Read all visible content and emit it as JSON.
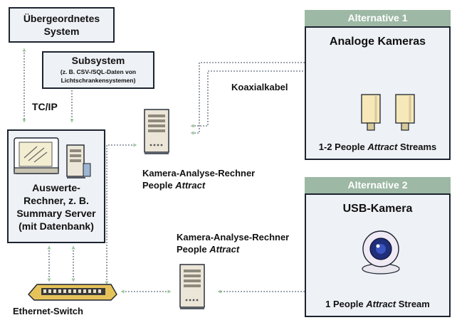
{
  "boxes": {
    "superior": {
      "line1": "Übergeordnetes",
      "line2": "System"
    },
    "subsystem": {
      "title": "Subsystem",
      "detail1": "(z. B. CSV-/SQL-Daten von",
      "detail2": "Lichtschrankensystemen)"
    },
    "evaluation": {
      "line1": "Auswerte-",
      "line2": "Rechner, z. B.",
      "line3": "Summary Server",
      "line4": "(mit Datenbank)"
    }
  },
  "labels": {
    "tcip": "TC/IP",
    "coax": "Koaxialkabel",
    "switch": "Ethernet-Switch",
    "pc_top_line1": "Kamera-Analyse-Rechner",
    "pc_top_people": "People",
    "pc_top_attract": "Attract",
    "pc_bottom_line1": "Kamera-Analyse-Rechner",
    "pc_bottom_people": "People",
    "pc_bottom_attract": "Attract"
  },
  "alternatives": [
    {
      "header": "Alternative 1",
      "title": "Analoge Kameras",
      "stream_pre": "1-2 People",
      "stream_attract": "Attract",
      "stream_post": "Streams"
    },
    {
      "header": "Alternative 2",
      "title": "USB-Kamera",
      "stream_pre": "1 People",
      "stream_attract": "Attract",
      "stream_post": "Stream"
    }
  ],
  "colors": {
    "box_fill": "#eef1f5",
    "box_border": "#1d2430",
    "alt_header": "#9db8a4",
    "arrow": "#9dc59e",
    "dotted": "#6e7884",
    "camera_body": "#f6e8b8",
    "pc_body": "#ece6d8"
  },
  "icons": [
    "monitor-icon",
    "pc-tower-icon",
    "analog-camera-icon",
    "usb-camera-icon",
    "ethernet-switch-icon"
  ]
}
